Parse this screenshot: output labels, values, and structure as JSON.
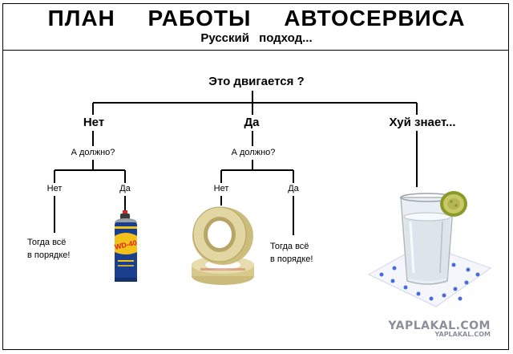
{
  "header": {
    "title": "ПЛАН РАБОТЫ АВТОСЕРВИСА",
    "subtitle": "Русский подход..."
  },
  "tree": {
    "root_question": "Это двигается ?",
    "branch_no": {
      "label": "Нет",
      "question": "А должно?",
      "answer_no": {
        "label": "Нет",
        "result": [
          "Тогда всё",
          "в порядке!"
        ]
      },
      "answer_yes": {
        "label": "Да",
        "result_icon": "wd40-spray-can-icon",
        "product_text": "WD-40"
      }
    },
    "branch_yes": {
      "label": "Да",
      "question": "А должно?",
      "answer_no": {
        "label": "Нет",
        "result_icon": "tape-rolls-icon"
      },
      "answer_yes": {
        "label": "Да",
        "result": [
          "Тогда всё",
          "в порядке!"
        ]
      }
    },
    "branch_unknown": {
      "label": "Хуй знает...",
      "result_icon": "vodka-glass-with-pickle-icon"
    }
  },
  "watermark": {
    "main": "YAPLAKAL.COM",
    "sub": "YAPLAKAL.COM"
  },
  "colors": {
    "lines": "#000000",
    "wd40_blue": "#1b3f8f",
    "wd40_yellow": "#f2c21b",
    "wd40_red": "#d9231d",
    "tape": "#d8c98a",
    "pickle": "#8a9a2a",
    "napkin_dots": "#4a6bd6",
    "watermark": "#8a8f99"
  }
}
